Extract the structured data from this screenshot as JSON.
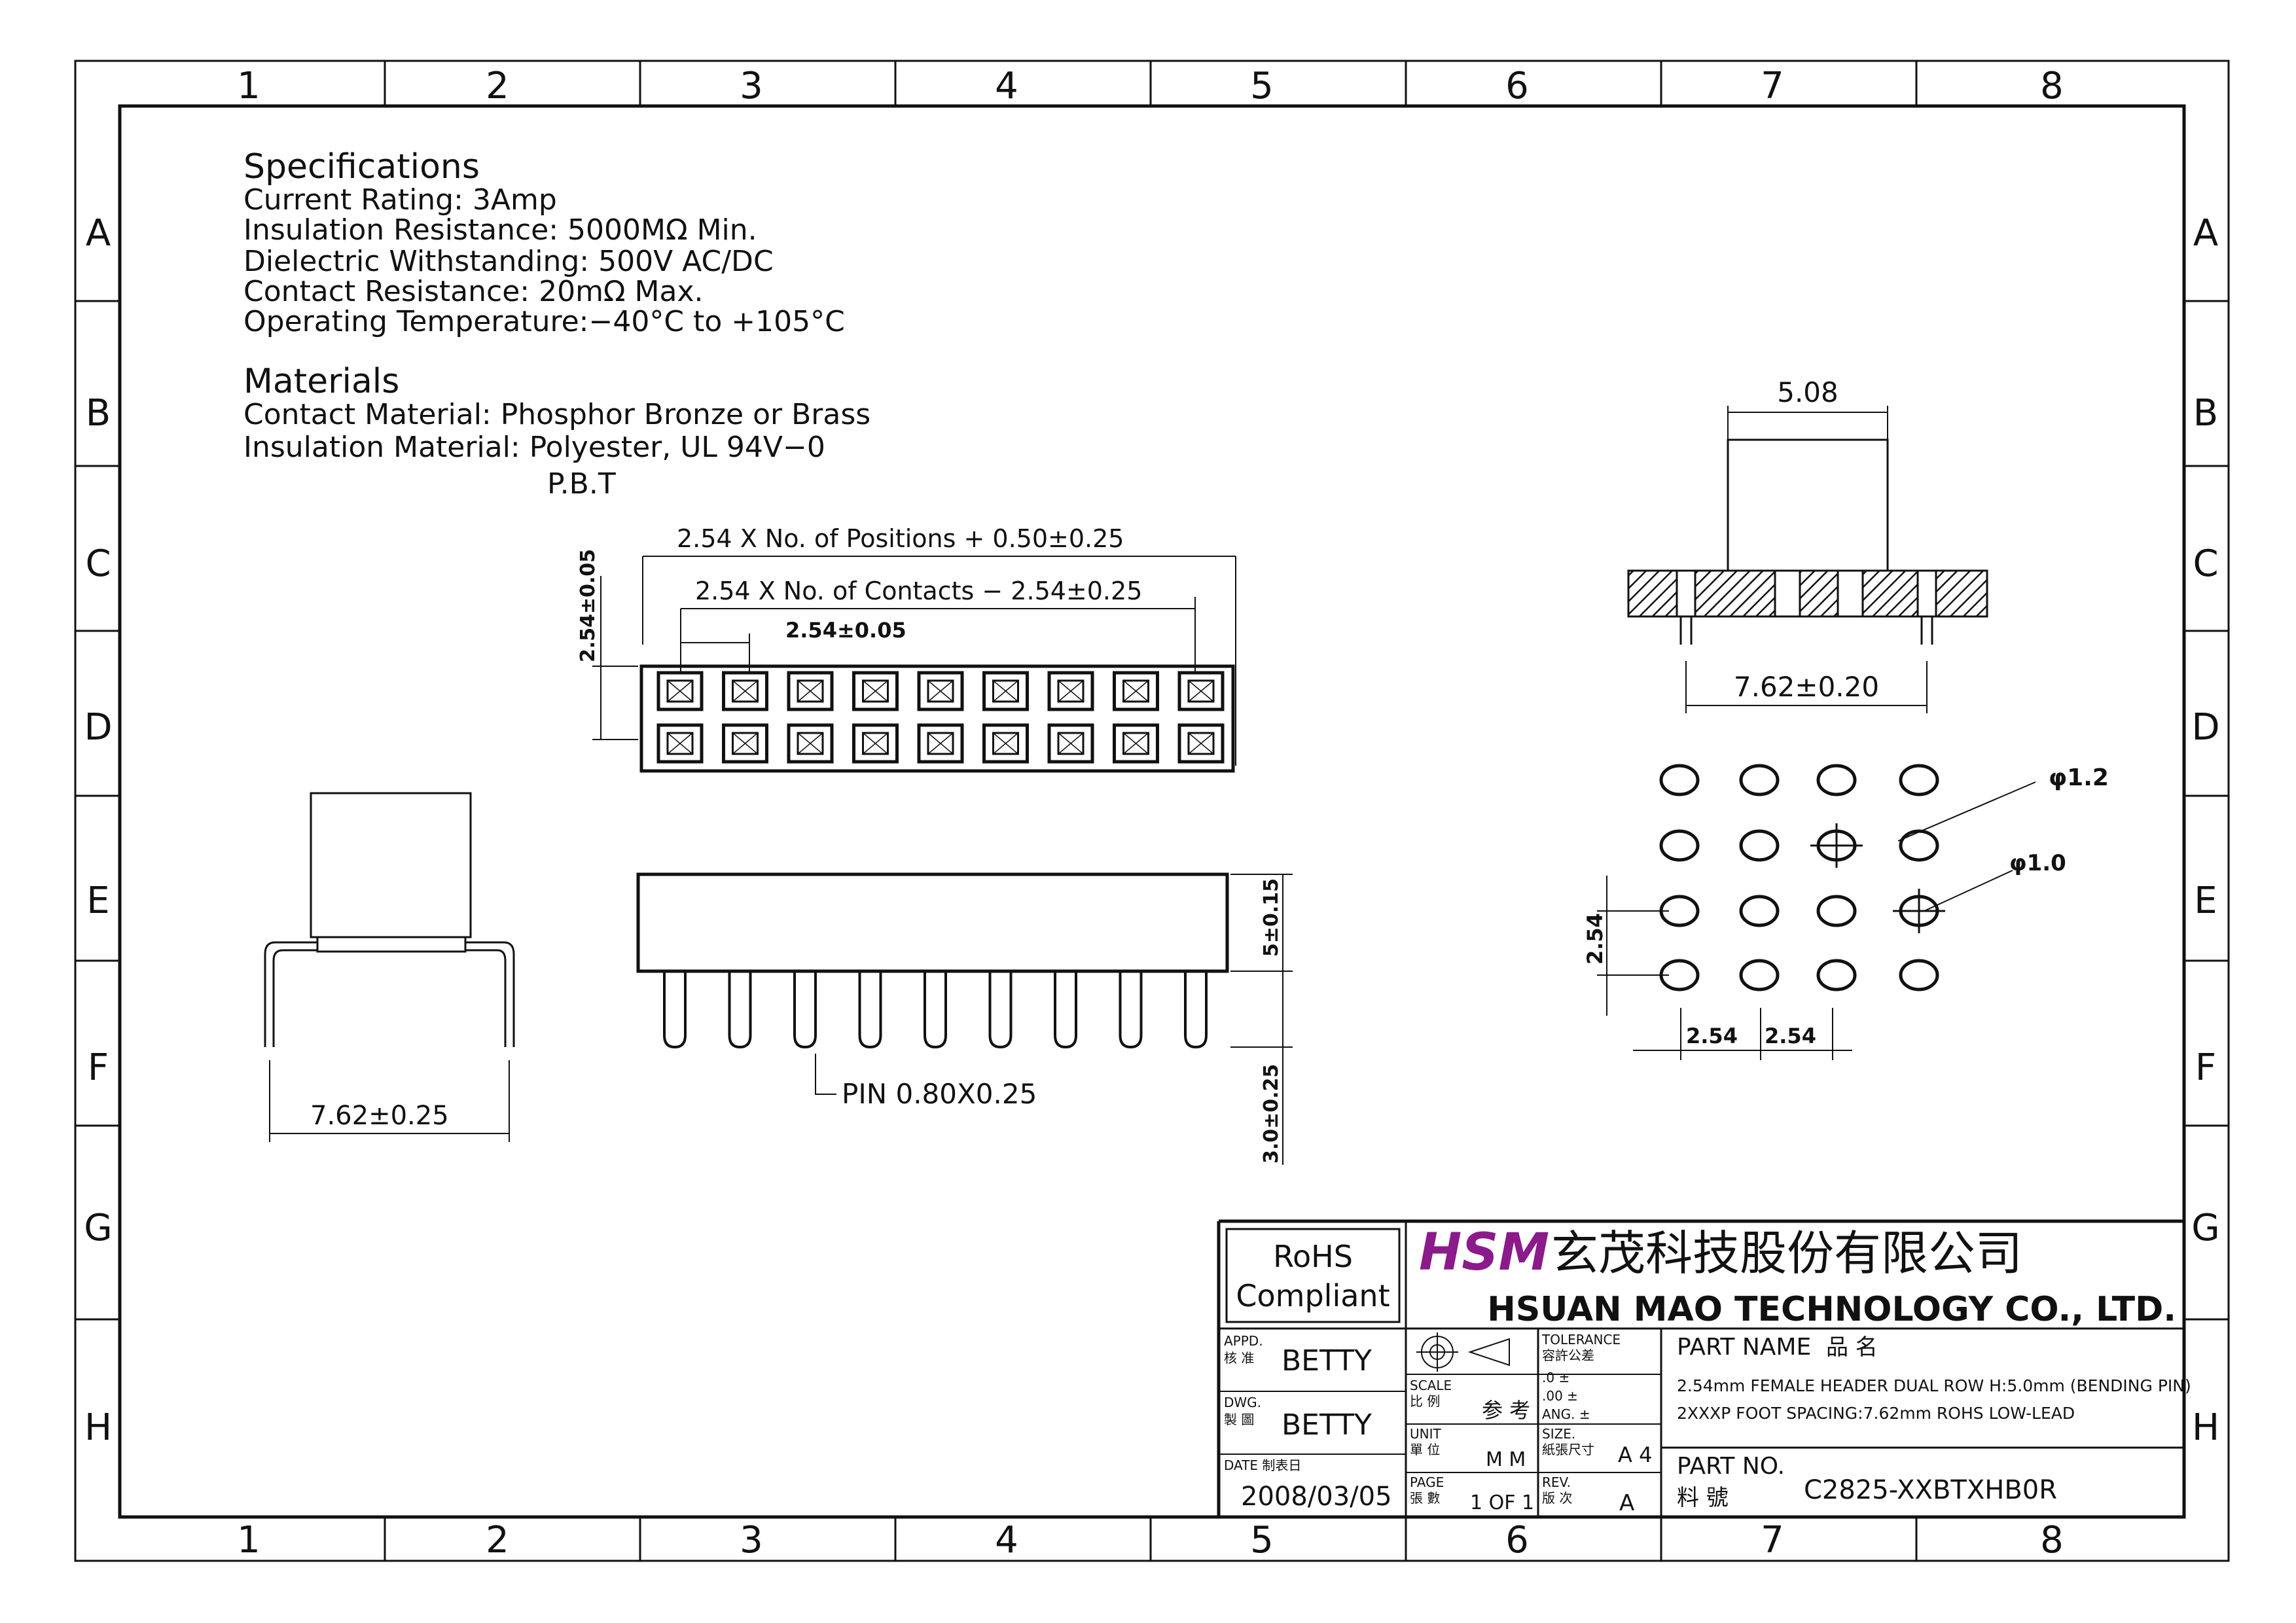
{
  "grid": {
    "columns": [
      "1",
      "2",
      "3",
      "4",
      "5",
      "6",
      "7",
      "8"
    ],
    "rows": [
      "A",
      "B",
      "C",
      "D",
      "E",
      "F",
      "G",
      "H"
    ]
  },
  "specifications": {
    "heading": "Specifications",
    "lines": [
      "Current  Rating:   3Amp",
      "Insulation  Resistance:  5000MΩ  Min.",
      "Dielectric  Withstanding:   500V  AC/DC",
      "Contact  Resistance:    20mΩ  Max.",
      "Operating  Temperature:−40°C  to  +105°C"
    ]
  },
  "materials": {
    "heading": "Materials",
    "lines": [
      "Contact  Material:  Phosphor  Bronze  or Brass",
      "Insulation  Material:  Polyester,  UL  94V−0"
    ],
    "extra": "P.B.T"
  },
  "dimensions": {
    "positions_formula": "2.54  X  No.  of  Positions  +  0.50±0.25",
    "contacts_formula": "2.54  X  No.  of  Contacts  −  2.54±0.25",
    "pitch": "2.54±0.05",
    "height_left": "2.54±0.05",
    "top_width": "5.08",
    "foot_spacing_right": "7.62±0.20",
    "foot_spacing_left": "7.62±0.25",
    "pin_size": "PIN  0.80X0.25",
    "body_height": "5±0.15",
    "pin_length": "3.0±0.25",
    "hole_large": "φ1.2",
    "hole_small": "φ1.0",
    "hole_pitch_v": "2.54",
    "hole_pitch_h1": "2.54",
    "hole_pitch_h2": "2.54"
  },
  "title_block": {
    "rohs": "RoHS",
    "compliant": "Compliant",
    "logo": "HSM",
    "company_cn": "玄茂科技股份有限公司",
    "company_en": "HSUAN MAO TECHNOLOGY CO., LTD.",
    "appd_label": "APPD.",
    "appd_cn": "核 准",
    "appd_value": "BETTY",
    "dwg_label": "DWG.",
    "dwg_cn": "製 圖",
    "dwg_value": "BETTY",
    "date_label": "DATE  制表日",
    "date_value": "2008/03/05",
    "scale_label": "SCALE",
    "scale_cn": "比 例",
    "scale_value": "参 考",
    "unit_label": "UNIT",
    "unit_cn": "單 位",
    "unit_value": "M M",
    "page_label": "PAGE",
    "page_cn": "張 數",
    "page_value": "1 OF 1",
    "tolerance_label": "TOLERANCE",
    "tolerance_cn": "容許公差",
    "tol_1": ".0          ±",
    "tol_2": ".00        ±",
    "tol_3": "ANG.     ±",
    "size_label": "SIZE.",
    "size_cn": "紙張尺寸",
    "size_value": "A 4",
    "rev_label": "REV.",
    "rev_cn": "版 次",
    "rev_value": "A",
    "part_name_label": "PART NAME",
    "part_name_cn": "品  名",
    "part_name_line1": "2.54mm FEMALE HEADER DUAL ROW H:5.0mm (BENDING PIN)",
    "part_name_line2": "2XXXP  FOOT SPACING:7.62mm ROHS LOW-LEAD",
    "part_no_label": "PART NO.",
    "part_no_cn": "料   號",
    "part_no_value": "C2825-XXBTXHB0R"
  },
  "colors": {
    "logo": "#8B1A8B",
    "ink": "#111111"
  }
}
